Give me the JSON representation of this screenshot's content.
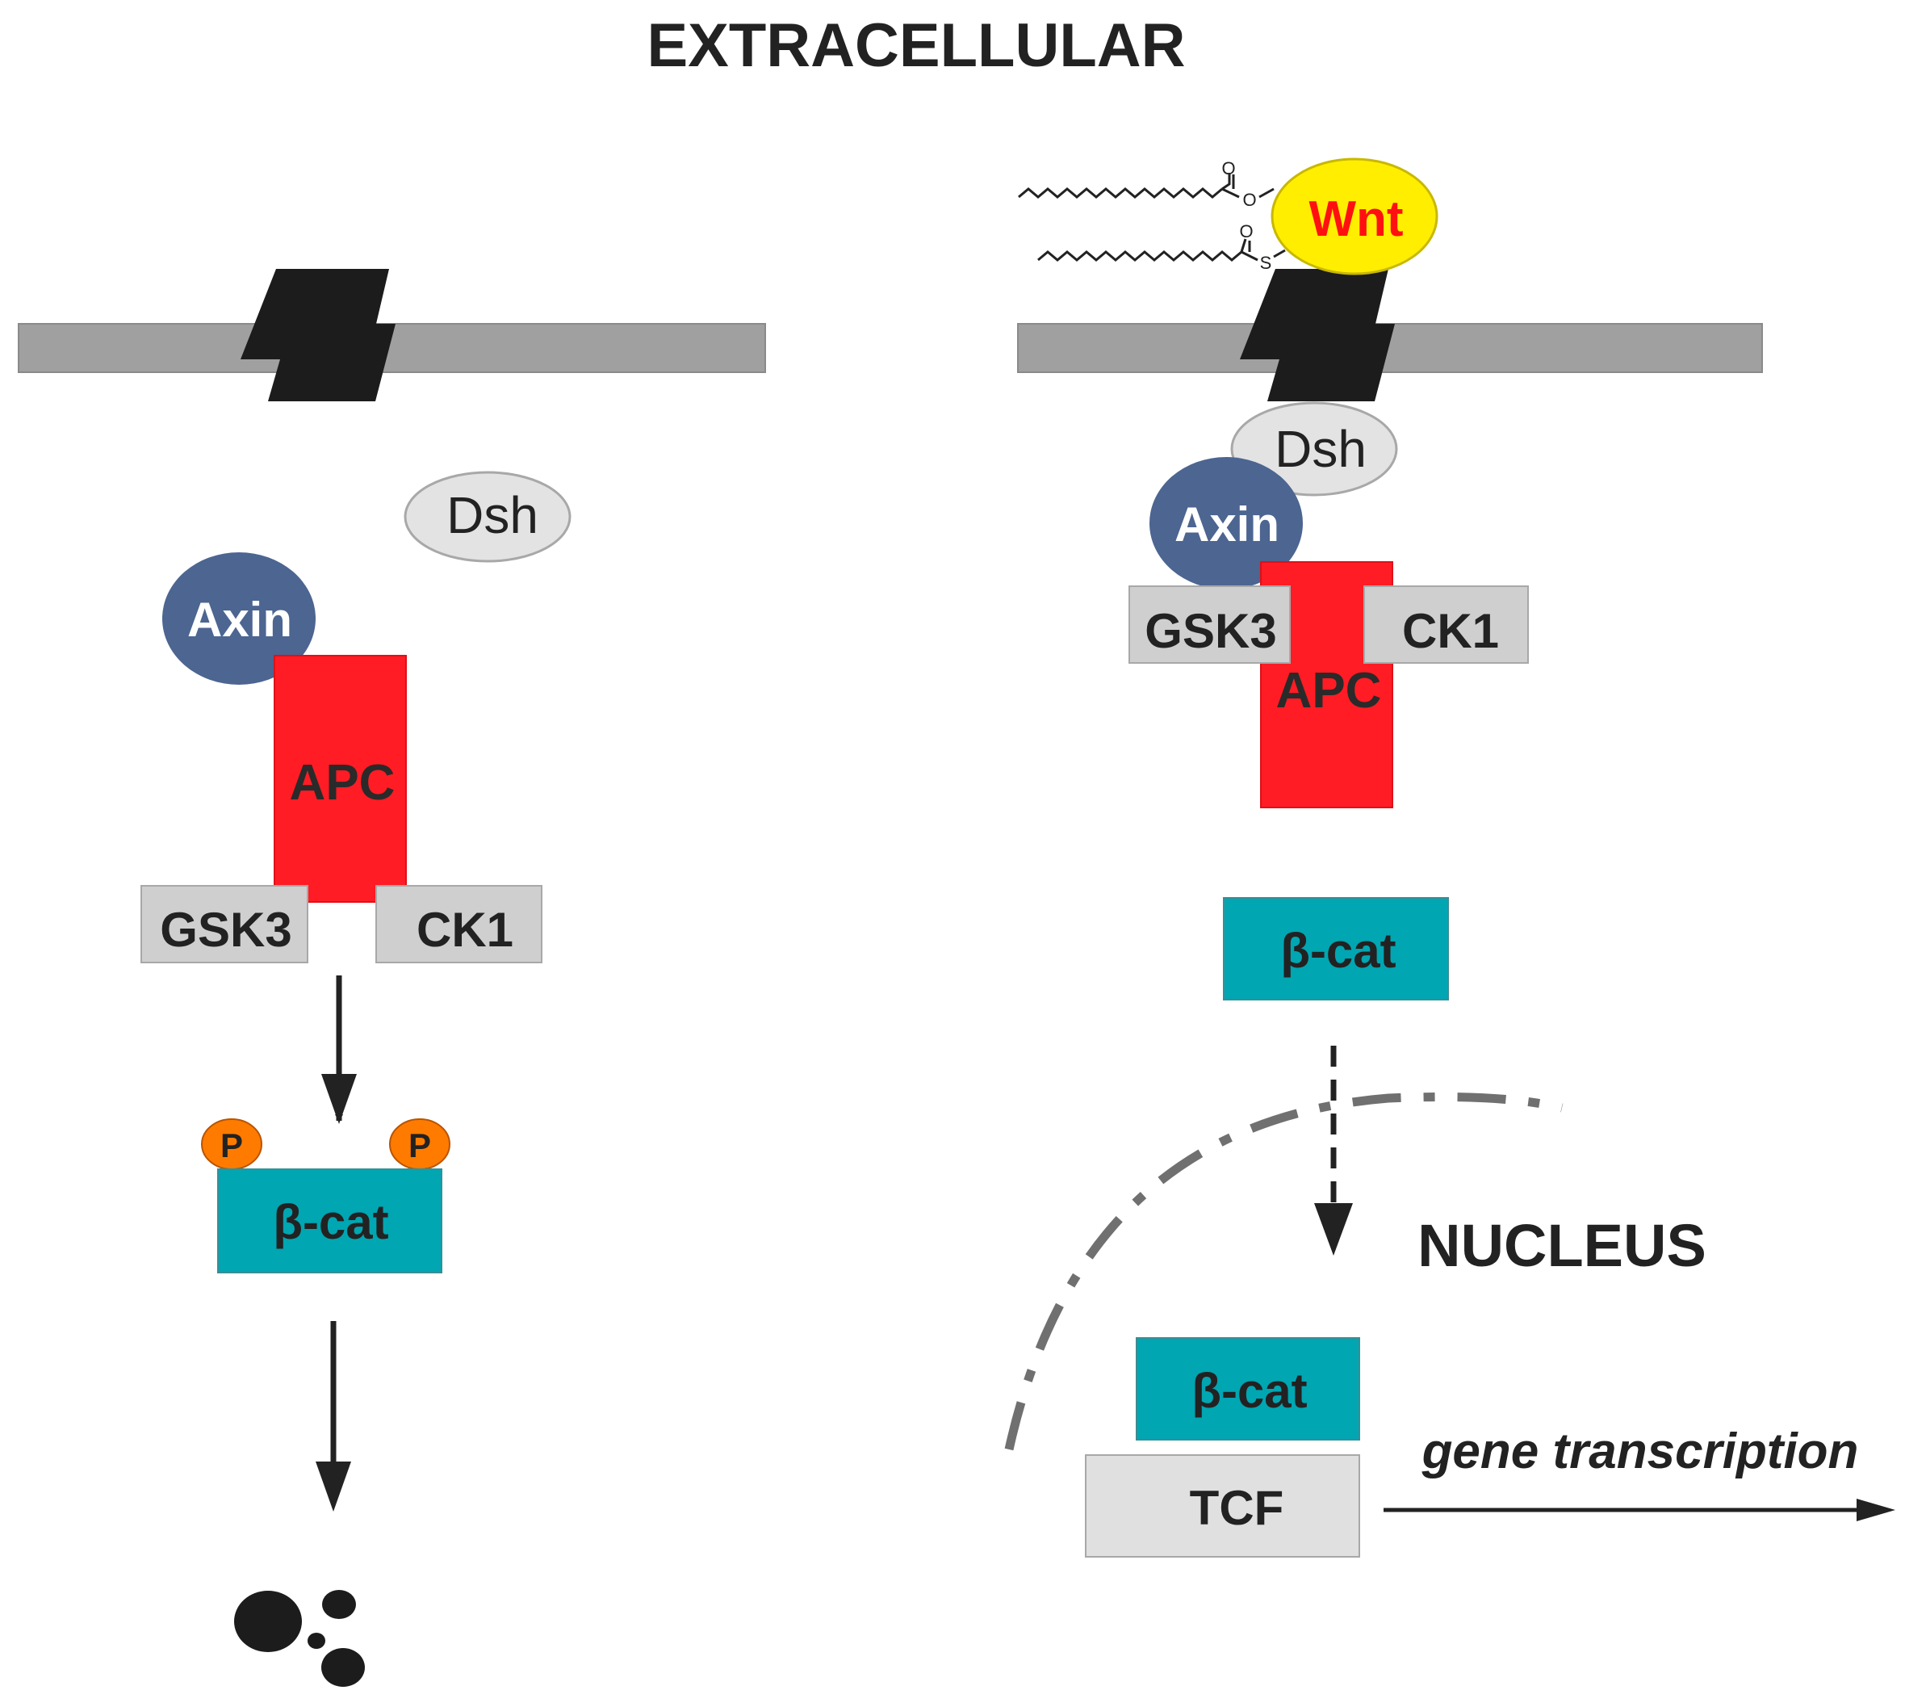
{
  "labels": {
    "extracellular": "EXTRACELLULAR",
    "nucleus": "NUCLEUS",
    "gene_transcription": "gene transcription"
  },
  "left_panel": {
    "dsh": "Dsh",
    "axin": "Axin",
    "apc": "APC",
    "gsk3": "GSK3",
    "ck1": "CK1",
    "phospho_left": "P",
    "phospho_right": "P",
    "beta_cat": "β-cat"
  },
  "right_panel": {
    "wnt": "Wnt",
    "lipid_o_top": "O",
    "lipid_o_bridge": "O",
    "lipid_o_lower": "O",
    "lipid_s": "S",
    "dsh": "Dsh",
    "axin": "Axin",
    "gsk3": "GSK3",
    "ck1": "CK1",
    "apc": "APC",
    "beta_cat_cytoplasm": "β-cat",
    "beta_cat_nucleus": "β-cat",
    "tcf": "TCF"
  },
  "colors": {
    "membrane": "#a0a0a0",
    "receptor": "#1c1c1c",
    "dsh": "#e3e3e3",
    "axin": "#4c6591",
    "apc": "#ff1c24",
    "kinase": "#cfcfcf",
    "beta_cat": "#00a6b2",
    "phospho": "#ff7b00",
    "wnt": "#ffee00",
    "wnt_text": "#ff1010",
    "tcf": "#e0e0e0",
    "text_dark": "#222222",
    "envelope": "#707070"
  }
}
